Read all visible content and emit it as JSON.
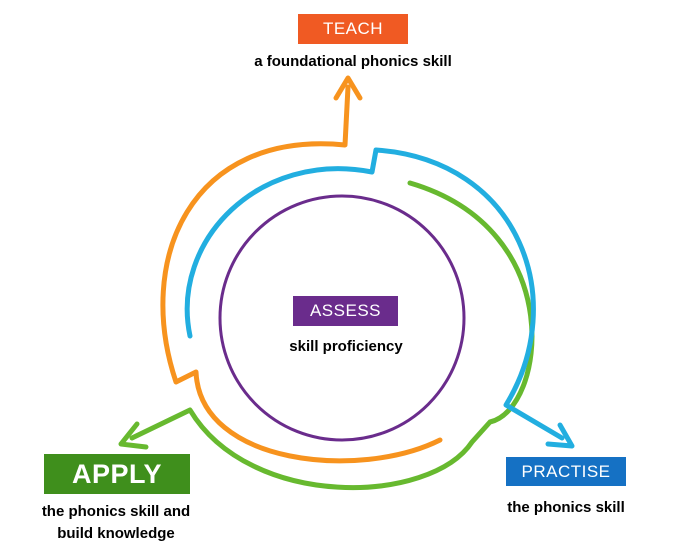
{
  "stages": {
    "teach": {
      "title": "TEACH",
      "caption": "a foundational phonics skill",
      "color": "#f05a23"
    },
    "assess": {
      "title": "ASSESS",
      "caption": "skill proficiency",
      "color": "#6a2c8c"
    },
    "apply": {
      "title": "APPLY",
      "caption_line1": "the phonics skill and",
      "caption_line2": "build knowledge",
      "color": "#3f8f1c"
    },
    "practise": {
      "title": "PRACTISE",
      "caption": "the phonics skill",
      "color": "#1571c4"
    }
  },
  "arrows": {
    "orange": "#f7931e",
    "blue": "#22aee0",
    "green": "#67b92f",
    "purple": "#6a2c8c"
  }
}
